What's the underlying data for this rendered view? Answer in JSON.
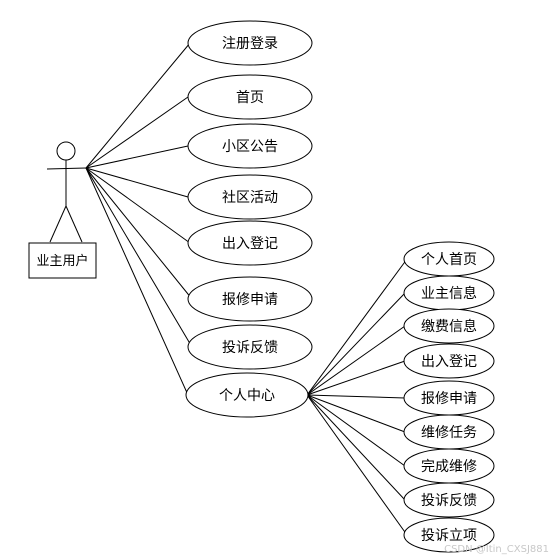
{
  "actor": {
    "label": "业主用户"
  },
  "main_use_cases": [
    "注册登录",
    "首页",
    "小区公告",
    "社区活动",
    "出入登记",
    "报修申请",
    "投诉反馈",
    "个人中心"
  ],
  "sub_use_cases": [
    "个人首页",
    "业主信息",
    "缴费信息",
    "出入登记",
    "报修申请",
    "维修任务",
    "完成维修",
    "投诉反馈",
    "投诉立项"
  ],
  "watermark": "CSDN @Itin_CXSJ881"
}
